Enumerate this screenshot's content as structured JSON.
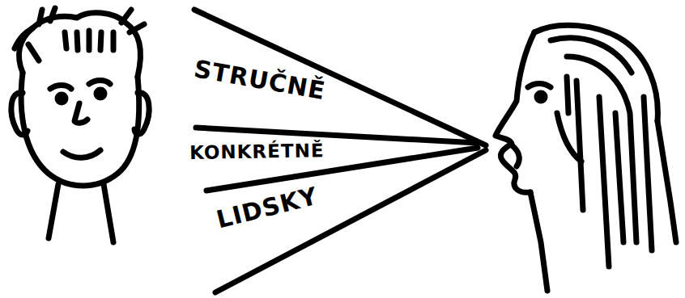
{
  "diagram": {
    "labels": [
      "STRUČNĚ",
      "KONKRÉTNĚ",
      "LIDSKY"
    ]
  }
}
